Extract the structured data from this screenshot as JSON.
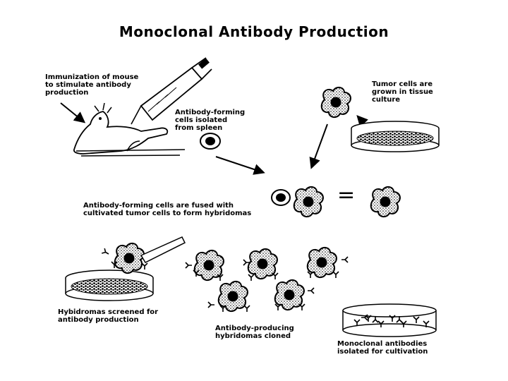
{
  "title": "Monoclonal Antibody Production",
  "labels": {
    "immunization": [
      "Immunization of mouse",
      "to stimulate antibody",
      "production"
    ],
    "antibody_cells": [
      "Antibody-forming",
      "cells  isolated",
      "from spleen"
    ],
    "tumor_cells": [
      "Tumor cells are",
      "grown in tissue",
      "culture"
    ],
    "fusion": [
      "Antibody-forming cells are fused with",
      "cultivated tumor cells to form hybridomas"
    ],
    "screened": [
      "Hybidromas screened for",
      "antibody  production"
    ],
    "cloned": [
      "Antibody-producing",
      "hybridomas cloned"
    ],
    "monoclonal": [
      "Monoclonal antibodies",
      "isolated for cultivation"
    ],
    "equals": "="
  }
}
